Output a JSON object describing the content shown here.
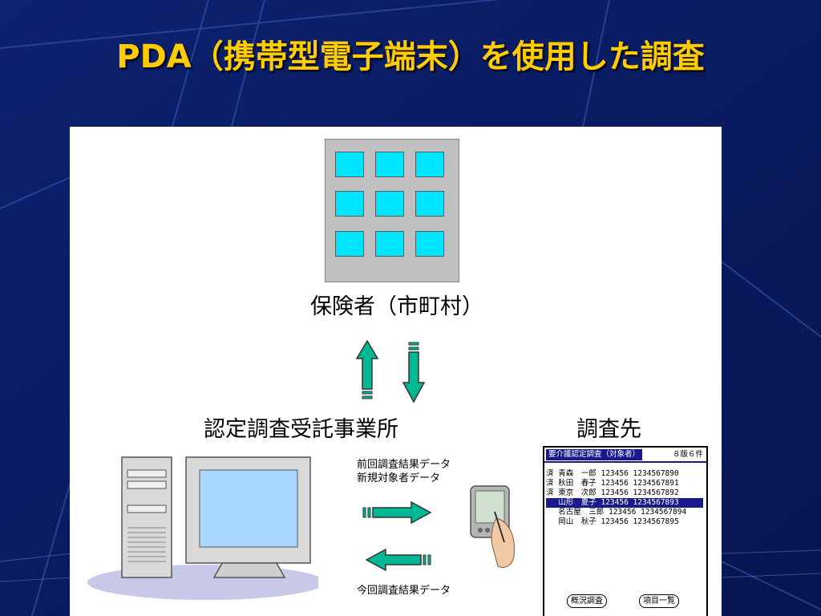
{
  "slide": {
    "title": "PDA（携帯型電子端末）を使用した調査"
  },
  "diagram": {
    "insurer_label": "保険者（市町村）",
    "office_label": "認定調査受託事業所",
    "site_label": "調査先",
    "data_out": [
      "前回調査結果データ",
      "新規対象者データ"
    ],
    "data_back": "今回調査結果データ"
  },
  "pda_screen": {
    "header": "要介護認定調査（対象者）",
    "count": "８版６件",
    "rows": [
      {
        "status": "済",
        "name": "青森　一郎",
        "code": "123456",
        "number": "1234567890",
        "selected": false
      },
      {
        "status": "済",
        "name": "秋田　春子",
        "code": "123456",
        "number": "1234567891",
        "selected": false
      },
      {
        "status": "済",
        "name": "東京　次郎",
        "code": "123456",
        "number": "1234567892",
        "selected": false
      },
      {
        "status": "",
        "name": "山形　夏子",
        "code": "123456",
        "number": "1234567893",
        "selected": true
      },
      {
        "status": "",
        "name": "名古屋　三郎",
        "code": "123456",
        "number": "1234567894",
        "selected": false
      },
      {
        "status": "",
        "name": "岡山　秋子",
        "code": "123456",
        "number": "1234567895",
        "selected": false
      }
    ],
    "buttons": [
      "概況調査",
      "項目一覧"
    ]
  },
  "colors": {
    "title": "#ffcc00",
    "arrow": "#00b894",
    "window": "#00e5ff",
    "monitor_screen": "#a8d8ff"
  }
}
